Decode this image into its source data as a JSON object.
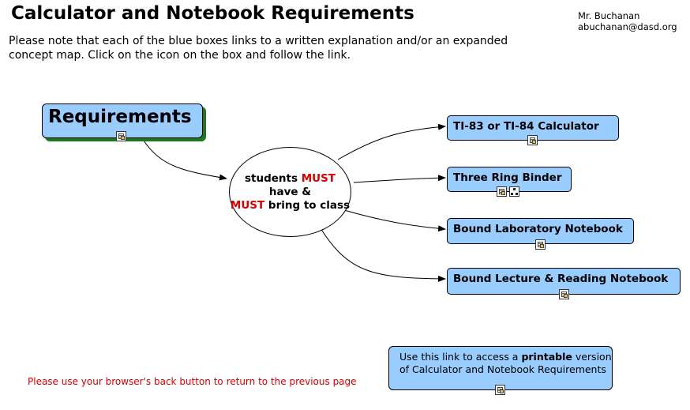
{
  "header": {
    "title": "Calculator and Notebook Requirements",
    "author_name": "Mr. Buchanan",
    "author_email": "abuchanan@dasd.org"
  },
  "intro_note": "Please note that each of the blue boxes links to a written explanation and/or an expanded concept map. Click on the icon on the box and follow the link.",
  "diagram": {
    "root": "Requirements",
    "center": {
      "part1": "students ",
      "must1": "MUST",
      "part2": " have & ",
      "must2": "MUST",
      "part3": " bring to class"
    },
    "nodes": [
      {
        "label": "TI-83 or TI-84 Calculator",
        "icons": [
          "document-icon"
        ]
      },
      {
        "label": "Three Ring Binder",
        "icons": [
          "document-icon",
          "concept-map-icon"
        ]
      },
      {
        "label": "Bound Laboratory Notebook",
        "icons": [
          "document-icon"
        ]
      },
      {
        "label": "Bound Lecture & Reading Notebook",
        "icons": [
          "document-icon"
        ]
      }
    ]
  },
  "printable": {
    "pre": "Use this link to access a ",
    "bold": "printable",
    "post": " version of Calculator and Notebook Requirements"
  },
  "back_note": "Please use your browser's back button to return to the previous page",
  "colors": {
    "node_fill": "#99ccff",
    "root_shadow": "#1a7a1a",
    "emphasis_red": "#d40000"
  }
}
